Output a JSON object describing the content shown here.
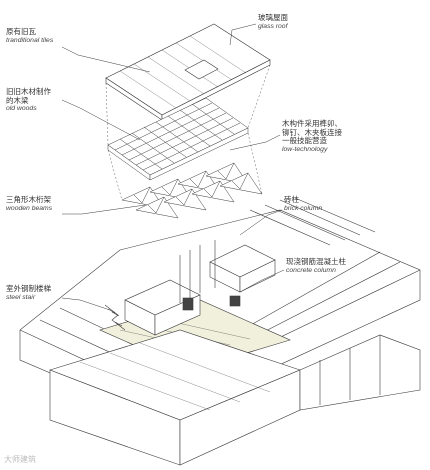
{
  "labels": [
    {
      "id": "glass_roof",
      "zh": "玻璃屋面",
      "en": "glass roof"
    },
    {
      "id": "traditional_tiles",
      "zh": "原有旧瓦",
      "en": "tranditional tiles"
    },
    {
      "id": "old_woods",
      "zh": "旧旧木材制作",
      "zh2": "的木梁",
      "en": "old woods"
    },
    {
      "id": "low_tech",
      "zh": "木构件采用榫卯、",
      "zh2": "铆钉、木夹板连接",
      "zh3": "一般技能营造",
      "en": "low-technology"
    },
    {
      "id": "wooden_beams",
      "zh": "三角形木桁架",
      "en": "wooden beams"
    },
    {
      "id": "brick_column",
      "zh": "砖柱",
      "en": "brick column"
    },
    {
      "id": "concrete_column",
      "zh": "现浇钢筋混凝土柱",
      "en": "concrete column"
    },
    {
      "id": "steel_stair",
      "zh": "室外钢制楼梯",
      "en": "steel stair"
    }
  ],
  "watermark": "大师建筑",
  "colors": {
    "line": "#3a3a3a",
    "text": "#333333",
    "floor": "#f1f0dc"
  }
}
